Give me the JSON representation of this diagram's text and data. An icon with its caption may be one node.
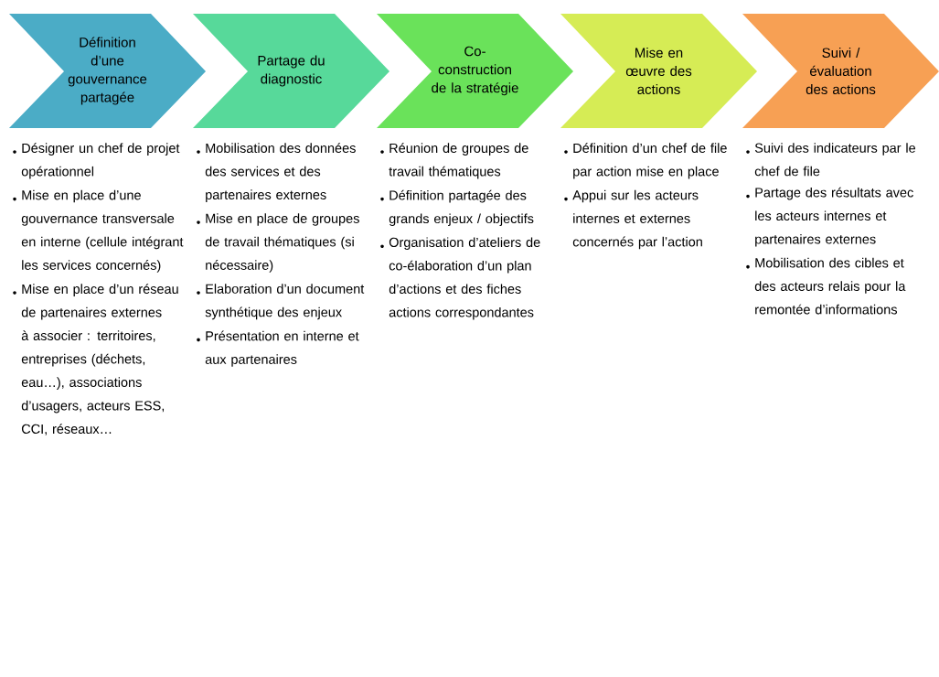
{
  "diagram": {
    "nodes": [
      {
        "text": [
          "Définition d’une gouvernance partagée"
        ],
        "beside": [
          "Désigner un chef de projet opérationnel",
          "Mise en place d’une gouvernance transversale en interne (cellule intégrant les services concernés)",
          "Mise en place d’un réseau de partenaires externes à associer : territoires, entreprises (déchets, eau…), associations d’usagers, acteurs ESS, CCI, réseaux…"
        ]
      },
      {
        "text": [
          "Partage du diagnostic"
        ],
        "beside": [
          "Mobilisation des données des services et des partenaires externes",
          "Mise en place de groupes de travail thématiques (si nécessaire)",
          "Elaboration d’un document synthétique des enjeux",
          "Présentation en interne et aux partenaires"
        ]
      },
      {
        "text": [
          "Co-construction de la stratégie"
        ],
        "beside": [
          "Réunion de groupes de travail thématiques",
          "Définition partagée des grands enjeux / objectifs",
          "Organisation d’ateliers de co-élaboration d’un plan d’actions et des fiches actions correspondantes"
        ]
      },
      {
        "text": [
          "Mise en œuvre des actions"
        ],
        "beside": [
          "Définition d’un chef de file par action mise en place",
          "Appui sur les acteurs internes et externes concernés par l’action"
        ]
      },
      {
        "text": [
          "Suivi / évaluation des actions"
        ],
        "beside": [
          "Suivi des indicateurs par le chef de file",
          "Partage des résultats avec les acteurs internes et partenaires externes",
          "Mobilisation des cibles et des acteurs relais pour la remontée d’informations"
        ]
      }
    ]
  }
}
